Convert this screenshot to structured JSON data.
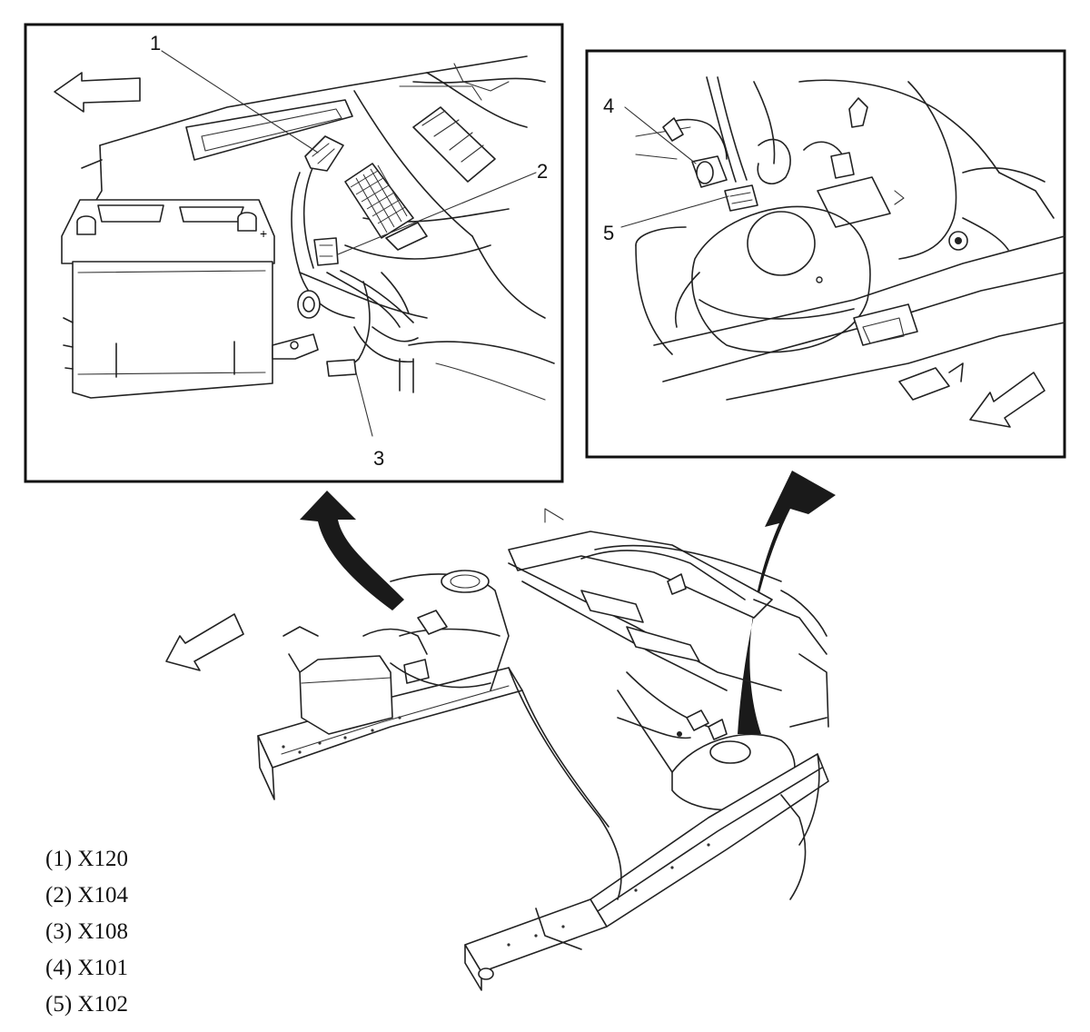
{
  "callouts": [
    {
      "id": "1",
      "text": "1"
    },
    {
      "id": "2",
      "text": "2"
    },
    {
      "id": "3",
      "text": "3"
    },
    {
      "id": "4",
      "text": "4"
    },
    {
      "id": "5",
      "text": "5"
    }
  ],
  "legend": [
    {
      "number": "(1)",
      "code": "X120"
    },
    {
      "number": "(2)",
      "code": "X104"
    },
    {
      "number": "(3)",
      "code": "X108"
    },
    {
      "number": "(4)",
      "code": "X101"
    },
    {
      "number": "(5)",
      "code": "X102"
    }
  ],
  "colors": {
    "line": "#222222",
    "background": "#ffffff",
    "arrow_fill": "#1a1a1a"
  },
  "icons": [
    "direction-arrow-icon",
    "zoom-arrow-icon"
  ]
}
